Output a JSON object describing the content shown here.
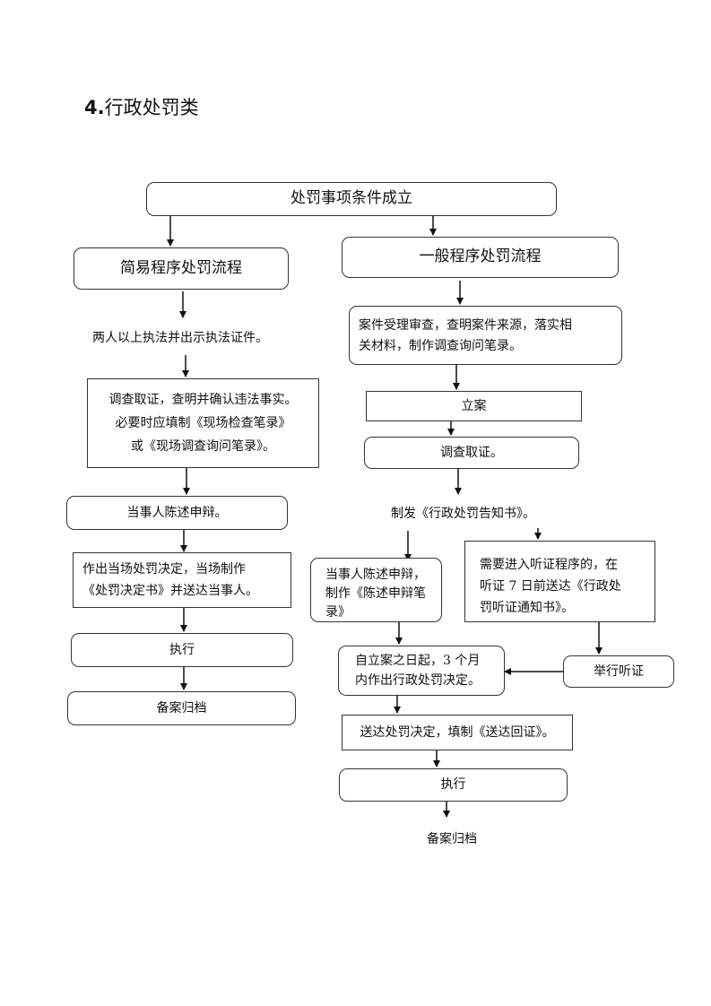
{
  "heading": {
    "number": "4.",
    "text": "行政处罚类"
  },
  "flow": {
    "start": "处罚事项条件成立",
    "simple": {
      "title": "简易程序处罚流程",
      "step1": "两人以上执法并出示执法证件。",
      "step2": [
        "调查取证，查明并确认违法事实。",
        "必要时应填制《现场检查笔录》",
        "或《现场调查询问笔录》。"
      ],
      "step3": "当事人陈述申辩。",
      "step4": [
        "作出当场处罚决定，当场制作",
        "《处罚决定书》并送达当事人。"
      ],
      "step5": "执行",
      "step6": "备案归档"
    },
    "general": {
      "title": "一般程序处罚流程",
      "step1": [
        "案件受理审查，查明案件来源，落实相",
        "关材料，制作调查询问笔录。"
      ],
      "step2": "立案",
      "step3": "调查取证。",
      "step4": "制发《行政处罚告知书》。",
      "branch_left": [
        "当事人陈述申辩，",
        "制作《陈述申辩笔",
        "录》"
      ],
      "branch_right": [
        "需要进入听证程序的，在",
        "听证 7 日前送达《行政处",
        "罚听证通知书》。"
      ],
      "hearing": "举行听证",
      "decision": [
        "自立案之日起，3 个月",
        "内作出行政处罚决定。"
      ],
      "deliver": "送达处罚决定，填制《送达回证》。",
      "execute": "执行",
      "archive": "备案归档"
    }
  }
}
